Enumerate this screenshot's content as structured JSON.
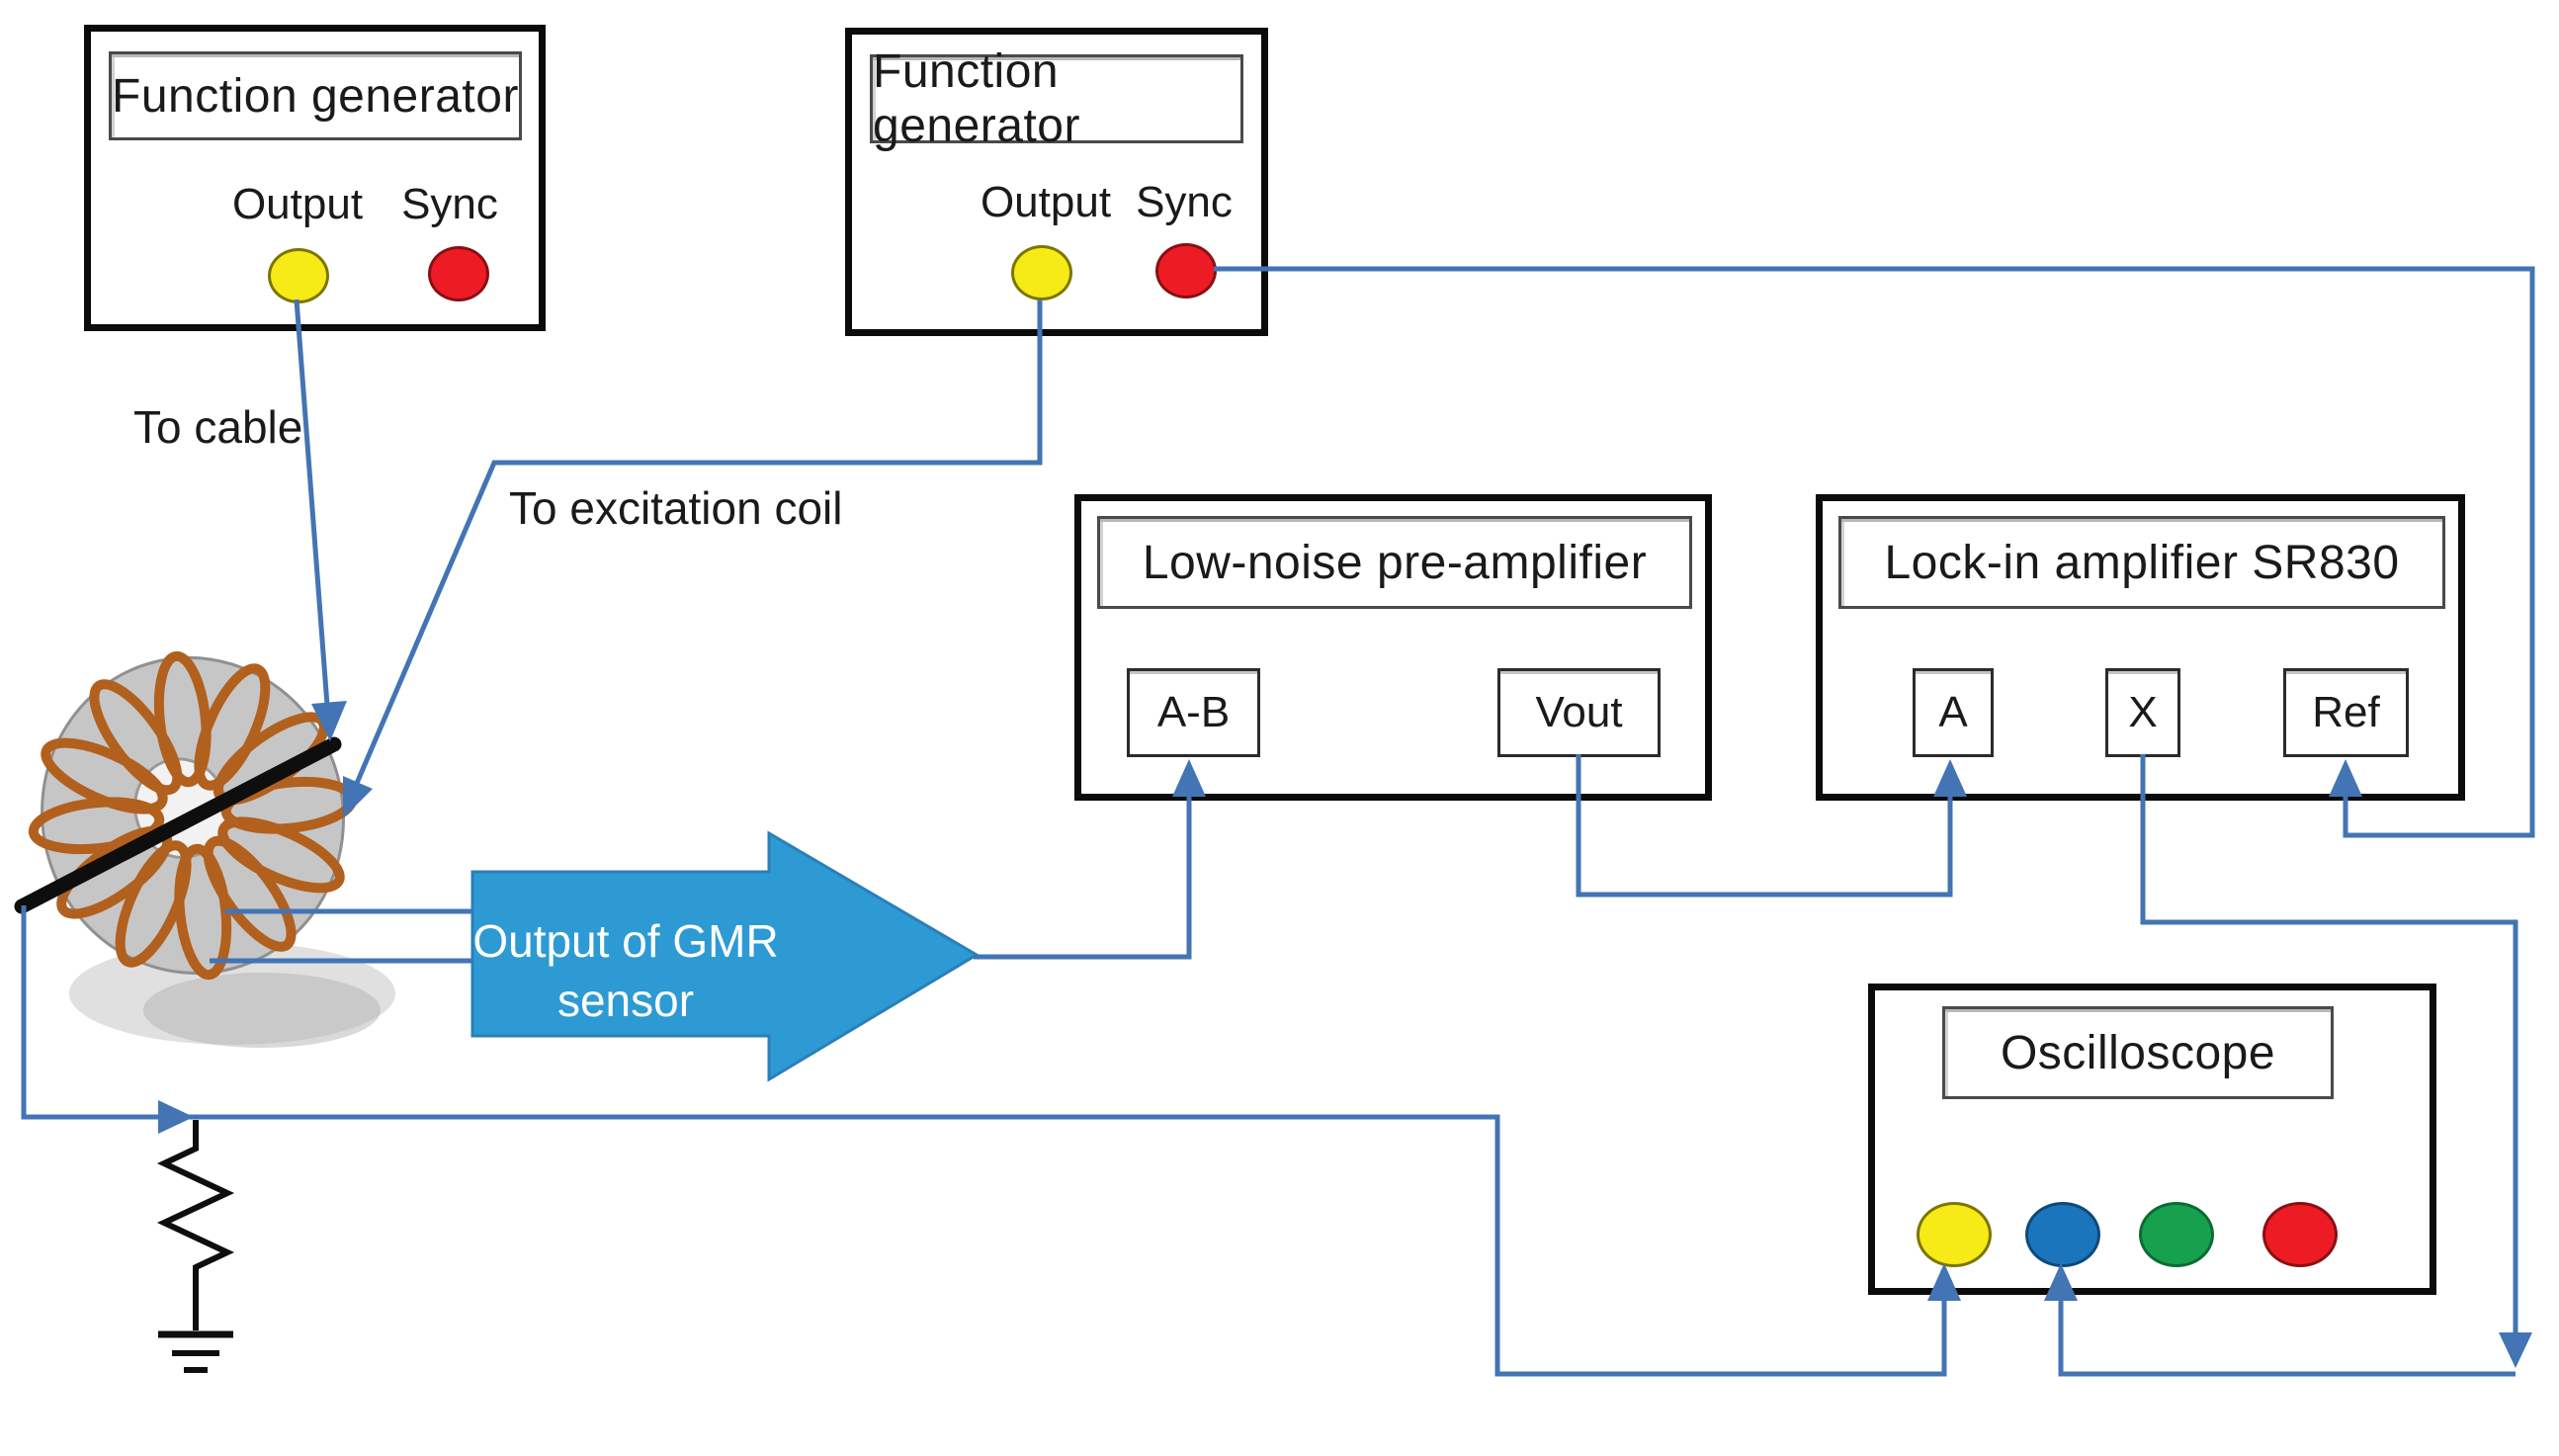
{
  "diagram": {
    "function_generator_1": {
      "title": "Function generator",
      "output_label": "Output",
      "sync_label": "Sync",
      "output_port_color": "#f6eb16",
      "sync_port_color": "#ed1c24"
    },
    "function_generator_2": {
      "title": "Function generator",
      "output_label": "Output",
      "sync_label": "Sync",
      "output_port_color": "#f6eb16",
      "sync_port_color": "#ed1c24"
    },
    "preamp": {
      "title": "Low-noise pre-amplifier",
      "port_ab": "A-B",
      "port_vout": "Vout"
    },
    "lockin": {
      "title": "Lock-in amplifier SR830",
      "port_a": "A",
      "port_x": "X",
      "port_ref": "Ref"
    },
    "oscilloscope": {
      "title": "Oscilloscope",
      "channel_colors": [
        "#f6eb16",
        "#1b75bc",
        "#17a14e",
        "#ed1c24"
      ]
    },
    "labels": {
      "to_cable": "To cable",
      "to_excitation_coil": "To excitation coil"
    },
    "gmr_arrow": {
      "line1": "Output of GMR",
      "line2": "sensor",
      "fill_color": "#2d9ad4",
      "text_color": "#ffffff"
    },
    "colors": {
      "wire": "#4374b4",
      "box_border": "#0b0b0b",
      "coil_copper": "#b2601e",
      "coil_core": "#c4c4c4"
    }
  }
}
